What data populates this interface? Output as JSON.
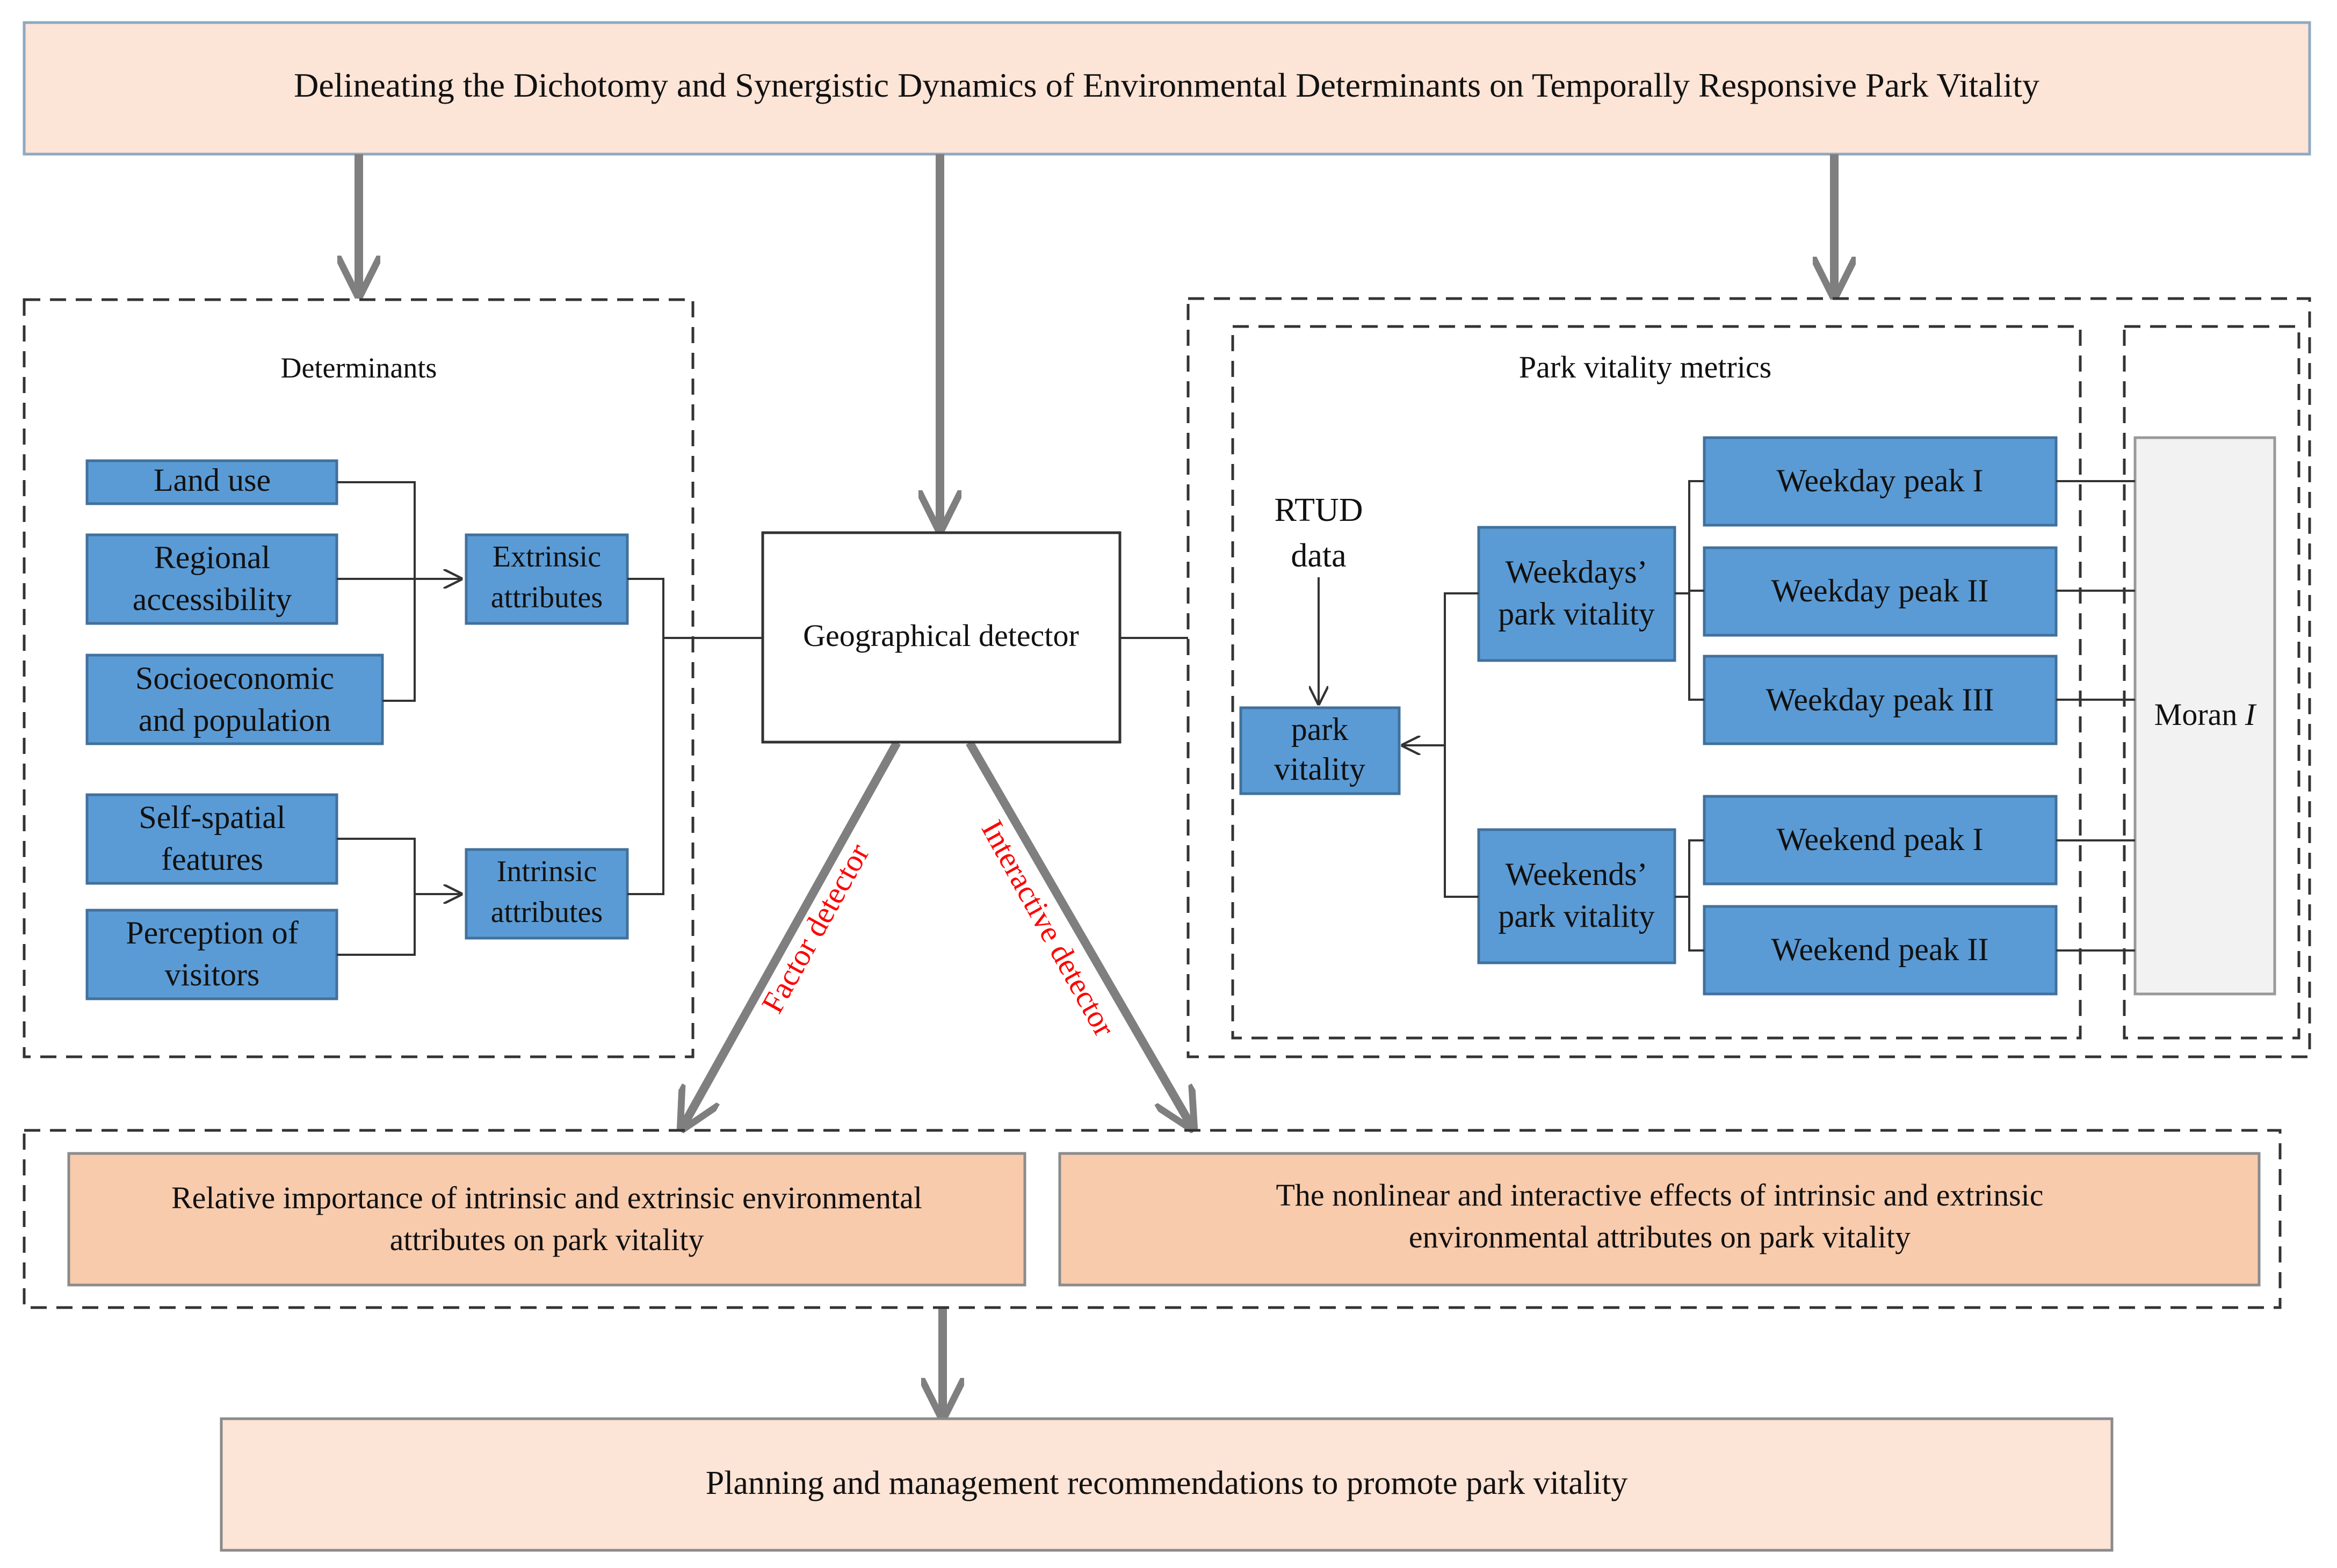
{
  "title": "Delineating the Dichotomy and Synergistic Dynamics of Environmental Determinants on Temporally Responsive Park Vitality",
  "determinants": {
    "heading": "Determinants",
    "extrinsic_inputs": [
      {
        "lines": [
          "Land use"
        ]
      },
      {
        "lines": [
          "Regional",
          "accessibility"
        ]
      },
      {
        "lines": [
          "Socioeconomic",
          "and population"
        ]
      }
    ],
    "intrinsic_inputs": [
      {
        "lines": [
          "Self-spatial",
          "features"
        ]
      },
      {
        "lines": [
          "Perception of",
          "visitors"
        ]
      }
    ],
    "extrinsic_group": {
      "lines": [
        "Extrinsic",
        "attributes"
      ]
    },
    "intrinsic_group": {
      "lines": [
        "Intrinsic",
        "attributes"
      ]
    }
  },
  "detector": {
    "label": "Geographical detector",
    "factor_label": "Factor detector",
    "interactive_label": "Interactive detector"
  },
  "metrics": {
    "heading": "Park vitality metrics",
    "source": {
      "lines": [
        "RTUD",
        "data"
      ]
    },
    "park_vitality": {
      "lines": [
        "park",
        "vitality"
      ]
    },
    "weekdays": {
      "lines": [
        "Weekdays’",
        "park vitality"
      ]
    },
    "weekends": {
      "lines": [
        "Weekends’",
        "park vitality"
      ]
    },
    "weekday_peaks": [
      "Weekday peak I",
      "Weekday peak II",
      "Weekday peak III"
    ],
    "weekend_peaks": [
      "Weekend peak I",
      "Weekend  peak II"
    ],
    "moran": {
      "prefix": "Moran ",
      "symbol": "I"
    }
  },
  "outcomes": [
    {
      "lines": [
        "Relative importance of  intrinsic and extrinsic environmental",
        "attributes on park vitality"
      ]
    },
    {
      "lines": [
        "The nonlinear and interactive effects of intrinsic and extrinsic",
        "environmental  attributes on park vitality"
      ]
    }
  ],
  "recommendation": "Planning and management recommendations to promote park vitality",
  "colors": {
    "peach_fill": "#FCE4D6",
    "outcome_fill": "#F8CBAD",
    "blue_fill": "#5B9BD5",
    "blue_stroke": "#41719C",
    "arrow_gray": "#7F7F7F",
    "red_label": "#FF0000",
    "moran_fill": "#F2F2F2"
  }
}
